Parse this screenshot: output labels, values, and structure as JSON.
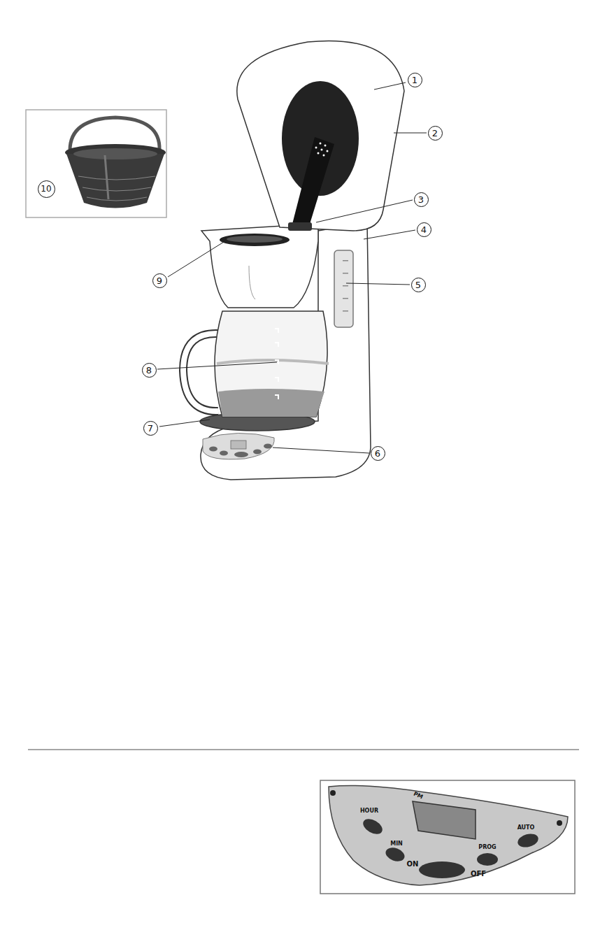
{
  "diagram": {
    "labels": [
      "1",
      "2",
      "3",
      "4",
      "5",
      "6",
      "7",
      "8",
      "9",
      "10",
      "HOUR",
      "MIN",
      "PM",
      "PROG",
      "AUTO",
      "ON",
      "OFF"
    ]
  }
}
